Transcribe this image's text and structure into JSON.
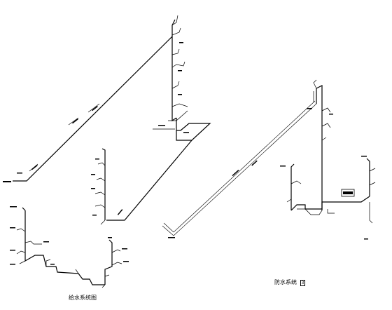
{
  "captions": {
    "water_supply": "给水系统图",
    "fire_water": "防水系统",
    "fire_water_badge": "3"
  },
  "colors": {
    "background": "#ffffff",
    "line": "#000000"
  }
}
